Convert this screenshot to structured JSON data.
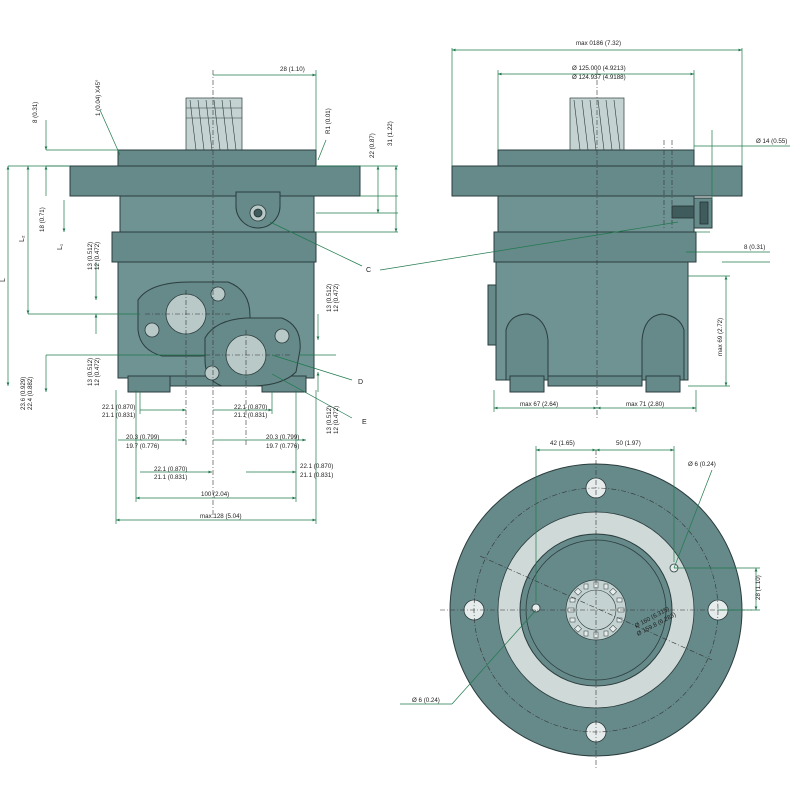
{
  "colors": {
    "body": "#66898a",
    "dimension_line": "#1f7a4d",
    "face": "#cfd9d8"
  },
  "front_view": {
    "dims": {
      "d28": "28 (1.10)",
      "chamfer": "1 (0.04) X45°",
      "r1": "R1 (0.01)",
      "d8": "8 (0.31)",
      "d22": "22 (0.87)",
      "d31": "31 (1.22)",
      "d18": "18 (0.71)",
      "l2": "L₂",
      "l1": "L₁",
      "l": "L",
      "d13a": "13 (0.512)",
      "d12a": "12 (0.472)",
      "d13b": "13 (0.512)",
      "d12b": "12 (0.472)",
      "d13c": "13 (0.512)",
      "d12c": "12 (0.472)",
      "d13d": "13 (0.512)",
      "d12d": "12 (0.472)",
      "d23": "23.6 (0.929)",
      "d22b": "22.4 (0.882)",
      "r221a": "22.1 (0.870)",
      "r211a": "21.1 (0.831)",
      "r221b": "22.1 (0.870)",
      "r211b": "21.1 (0.831)",
      "r203a": "20.3 (0.799)",
      "r197a": "19.7 (0.776)",
      "r203b": "20.3 (0.799)",
      "r197b": "19.7 (0.776)",
      "r221c": "22.1 (0.870)",
      "r211c": "21.1 (0.831)",
      "r221d": "22.1 (0.870)",
      "r211d": "21.1 (0.831)",
      "d100": "100 (2.04)",
      "dmax128": "max 128 (5.04)"
    },
    "labels": {
      "c": "C",
      "d": "D",
      "e": "E"
    }
  },
  "side_view": {
    "dims": {
      "max186": "max 0186 (7.32)",
      "dia125": "Ø 125.000 (4.9213)",
      "dia124": "Ø 124.937 (4.9188)",
      "dia14": "Ø 14 (0.55)",
      "d8": "8 (0.31)",
      "max69": "max 69 (2.72)",
      "max67": "max 67 (2.64)",
      "max71": "max 71 (2.80)"
    }
  },
  "bottom_view": {
    "dims": {
      "d42": "42 (1.65)",
      "d50": "50 (1.97)",
      "dia6a": "Ø 6 (0.24)",
      "d28": "28 (1.10)",
      "dia160": "Ø 160 (6.315)",
      "dia159": "Ø 159.8 (6.283)",
      "dia6b": "Ø 6 (0.24)"
    }
  }
}
